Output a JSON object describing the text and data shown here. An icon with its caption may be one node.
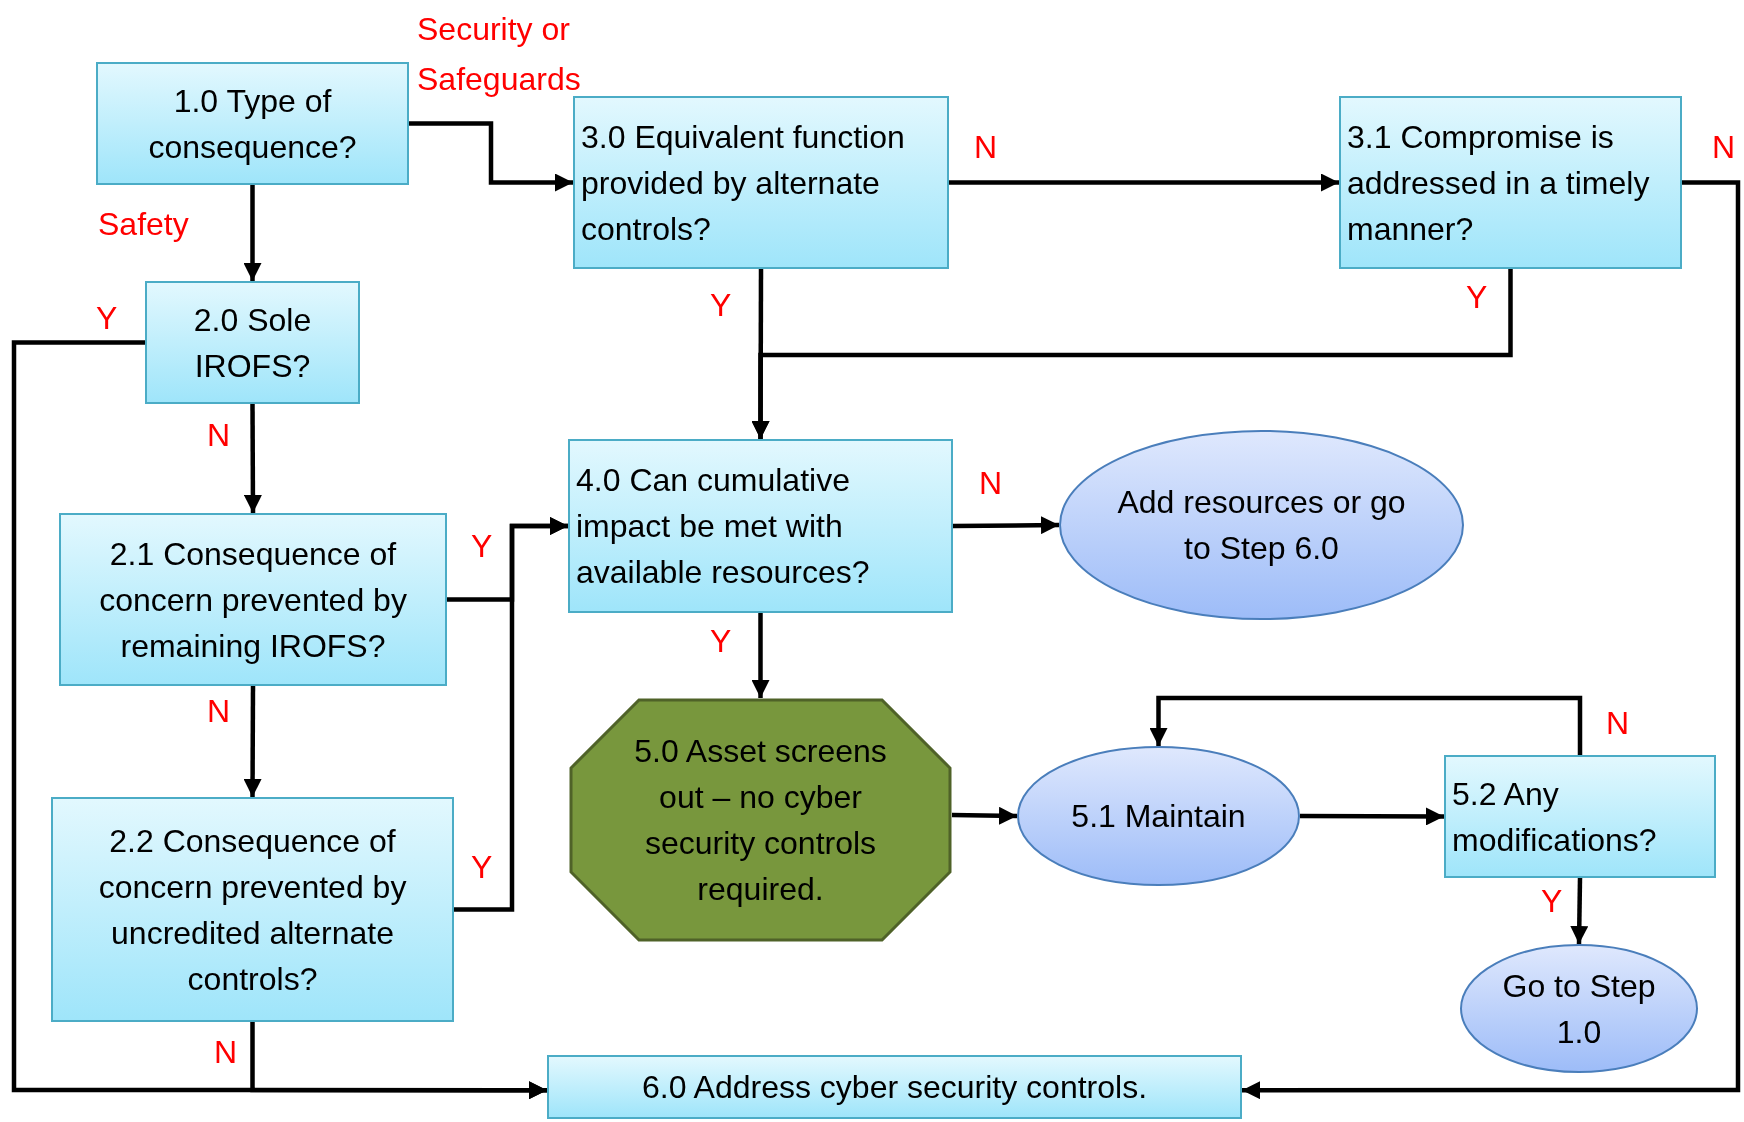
{
  "diagram": {
    "nodes": [
      {
        "text": [
          "1.0  Type of consequence?"
        ]
      },
      {
        "text": [
          "3.0  Equivalent function provided by alternate controls?"
        ]
      },
      {
        "text": [
          "3.1  Compromise is addressed in a timely manner?"
        ]
      },
      {
        "text": [
          "2.0  Sole IROFS?"
        ]
      },
      {
        "text": [
          "4.0  Can cumulative impact be met with available resources?"
        ]
      },
      {
        "text": [
          "Add resources or go to Step 6.0"
        ]
      },
      {
        "text": [
          "2.1  Consequence of concern prevented by remaining IROFS?"
        ]
      },
      {
        "text": [
          "5.0 Asset screens out – no cyber security controls required."
        ]
      },
      {
        "text": [
          "5.1 Maintain"
        ]
      },
      {
        "text": [
          "5.2  Any modifications?"
        ]
      },
      {
        "text": [
          "2.2  Consequence of concern prevented by uncredited  alternate controls?"
        ]
      },
      {
        "text": [
          "Go to Step 1.0"
        ]
      },
      {
        "text": [
          "6.0  Address cyber security controls."
        ]
      }
    ],
    "edges": [
      {
        "from": 0,
        "to": 3,
        "arrow": "to",
        "label": "Safety"
      },
      {
        "from": 0,
        "to": 1,
        "arrow": "to",
        "label": "Security or Safeguards"
      },
      {
        "from": 1,
        "to": 2,
        "arrow": "to",
        "label": "N"
      },
      {
        "from": 1,
        "to": 4,
        "arrow": "to",
        "label": "Y"
      },
      {
        "from": 2,
        "to": 4,
        "arrow": "to",
        "label": "Y"
      },
      {
        "from": 2,
        "to": 12,
        "arrow": "to",
        "label": "N"
      },
      {
        "from": 3,
        "to": 12,
        "arrow": "to",
        "label": "Y"
      },
      {
        "from": 3,
        "to": 6,
        "arrow": "to",
        "label": "N"
      },
      {
        "from": 6,
        "to": 4,
        "arrow": "to",
        "label": "Y"
      },
      {
        "from": 6,
        "to": 10,
        "arrow": "to",
        "label": "N"
      },
      {
        "from": 10,
        "to": 4,
        "arrow": "to",
        "label": "Y"
      },
      {
        "from": 10,
        "to": 12,
        "arrow": "to",
        "label": "N"
      },
      {
        "from": 4,
        "to": 5,
        "arrow": "to",
        "label": "N"
      },
      {
        "from": 4,
        "to": 7,
        "arrow": "to",
        "label": "Y"
      },
      {
        "from": 7,
        "to": 8,
        "arrow": "to"
      },
      {
        "from": 8,
        "to": 9,
        "arrow": "to"
      },
      {
        "from": 9,
        "to": 8,
        "arrow": "to",
        "label": "N"
      },
      {
        "from": 9,
        "to": 11,
        "arrow": "to",
        "label": "Y"
      }
    ]
  }
}
